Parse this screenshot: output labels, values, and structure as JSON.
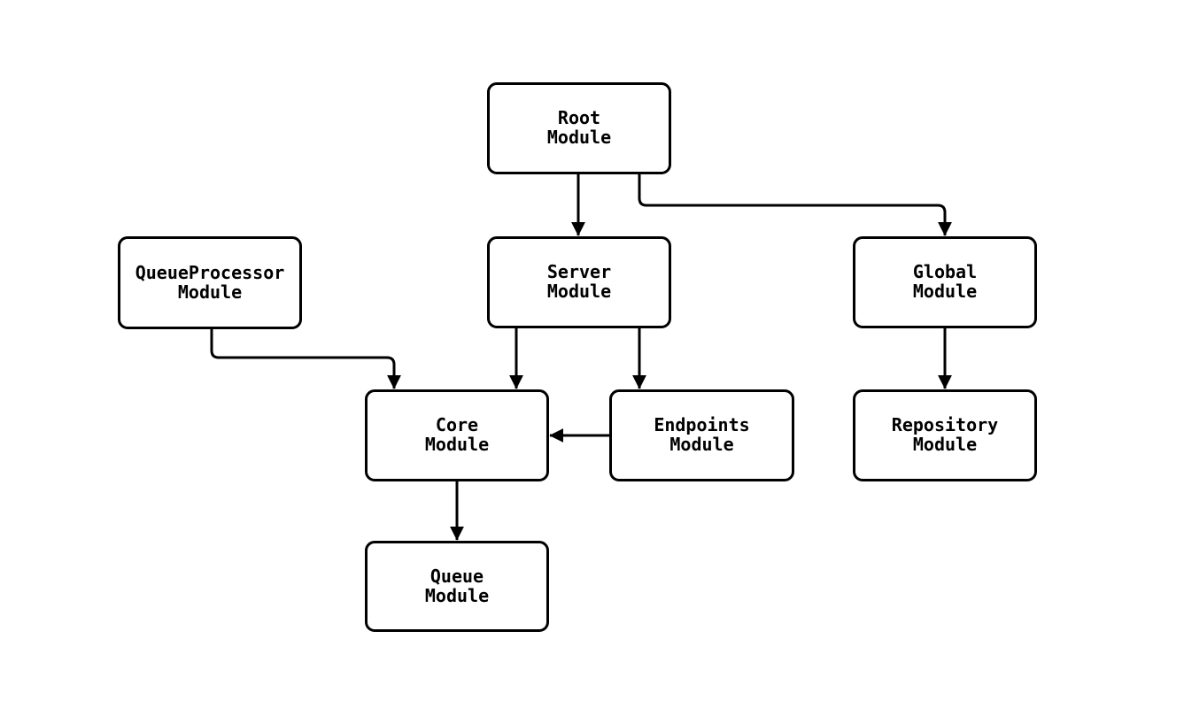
{
  "diagram": {
    "background": "#ffffff",
    "stroke_color": "#000000",
    "nodes": [
      {
        "id": "root",
        "label": "Root\nModule"
      },
      {
        "id": "queueprocessor",
        "label": "QueueProcessor\nModule"
      },
      {
        "id": "server",
        "label": "Server\nModule"
      },
      {
        "id": "global",
        "label": "Global\nModule"
      },
      {
        "id": "core",
        "label": "Core\nModule"
      },
      {
        "id": "endpoints",
        "label": "Endpoints\nModule"
      },
      {
        "id": "repository",
        "label": "Repository\nModule"
      },
      {
        "id": "queue",
        "label": "Queue\nModule"
      }
    ],
    "edges": [
      {
        "from": "root",
        "to": "server"
      },
      {
        "from": "root",
        "to": "global"
      },
      {
        "from": "server",
        "to": "core"
      },
      {
        "from": "server",
        "to": "endpoints"
      },
      {
        "from": "queueprocessor",
        "to": "core"
      },
      {
        "from": "endpoints",
        "to": "core"
      },
      {
        "from": "global",
        "to": "repository"
      },
      {
        "from": "core",
        "to": "queue"
      }
    ]
  }
}
